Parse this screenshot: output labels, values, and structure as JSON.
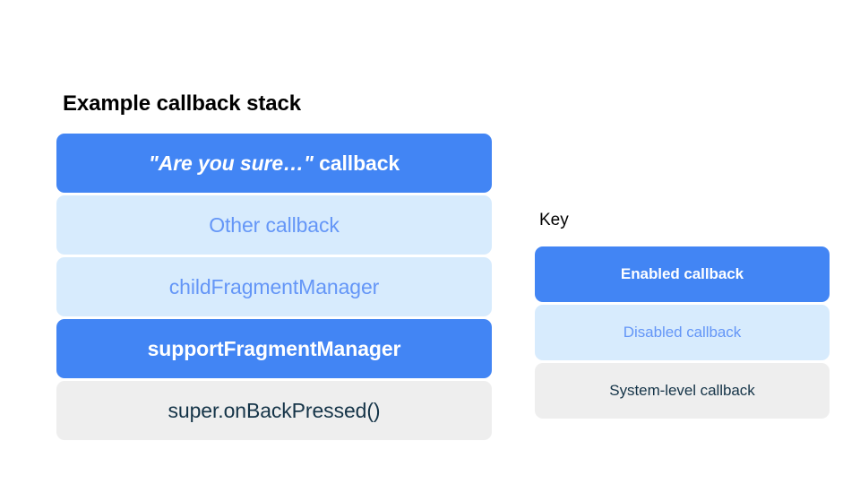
{
  "colors": {
    "background": "#FFFFFF",
    "enabled_fill": "#4285F4",
    "enabled_text": "#FFFFFF",
    "disabled_fill": "#D7EBFD",
    "disabled_text": "#6496F7",
    "system_fill": "#EEEEEE",
    "system_text": "#153448",
    "title_text": "#000000"
  },
  "stack": {
    "title": "Example callback stack",
    "items": [
      {
        "state": "enabled",
        "label": "\"Are you sure…\" callback",
        "quoted_part": "\"Are you sure…\"",
        "plain_part": " callback"
      },
      {
        "state": "disabled",
        "label": "Other callback"
      },
      {
        "state": "disabled",
        "label": "childFragmentManager"
      },
      {
        "state": "enabled",
        "label": "supportFragmentManager"
      },
      {
        "state": "system",
        "label": "super.onBackPressed()"
      }
    ]
  },
  "key": {
    "title": "Key",
    "items": [
      {
        "state": "enabled",
        "label": "Enabled callback"
      },
      {
        "state": "disabled",
        "label": "Disabled callback"
      },
      {
        "state": "system",
        "label": "System-level callback"
      }
    ]
  }
}
